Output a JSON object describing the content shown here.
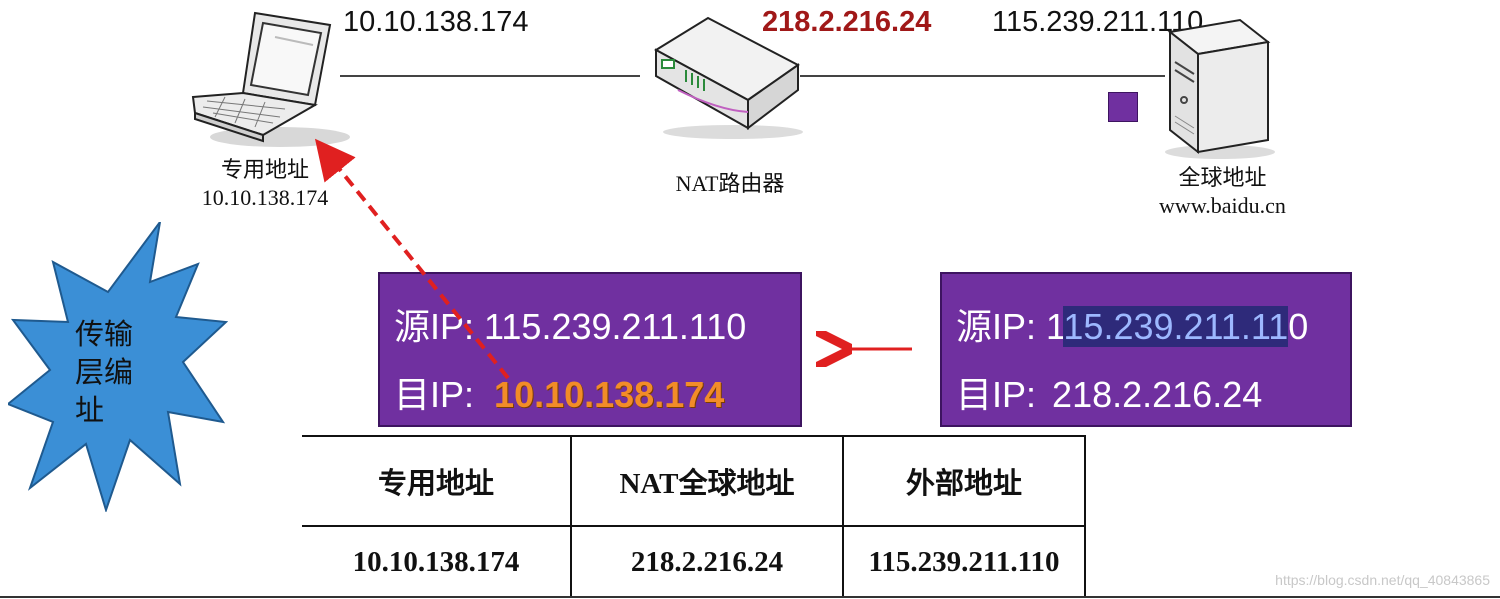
{
  "top_ips": {
    "private": "10.10.138.174",
    "router": "218.2.216.24",
    "server": "115.239.211.110"
  },
  "nodes": {
    "laptop": {
      "label": "专用地址",
      "ip": "10.10.138.174",
      "icon": "laptop-icon"
    },
    "router": {
      "label": "NAT路由器",
      "icon": "router-icon"
    },
    "server": {
      "label": "全球地址",
      "host": "www.baidu.cn",
      "icon": "server-icon"
    }
  },
  "starburst": {
    "text_line1": "传输",
    "text_line2": "层编",
    "text_line3": "址",
    "color": "#3b8fd6"
  },
  "packet_left": {
    "src_label": "源IP:",
    "src_value": "115.239.211.110",
    "dst_label": "目IP:",
    "dst_value": "10.10.138.174"
  },
  "packet_right": {
    "src_label": "源IP:",
    "src_value_start": "1",
    "src_value_selected": "15.239.211.11",
    "src_value_end": "0",
    "dst_label": "目IP:",
    "dst_value": "218.2.216.24"
  },
  "table": {
    "headers": [
      "专用地址",
      "NAT全球地址",
      "外部地址"
    ],
    "rows": [
      [
        "10.10.138.174",
        "218.2.216.24",
        "115.239.211.110"
      ]
    ]
  },
  "colors": {
    "packet_bg": "#7030a0",
    "arrow_red": "#e02020",
    "router_ip": "#a01818",
    "dst_highlight": "#f28c28"
  },
  "watermark": "https://blog.csdn.net/qq_40843865"
}
